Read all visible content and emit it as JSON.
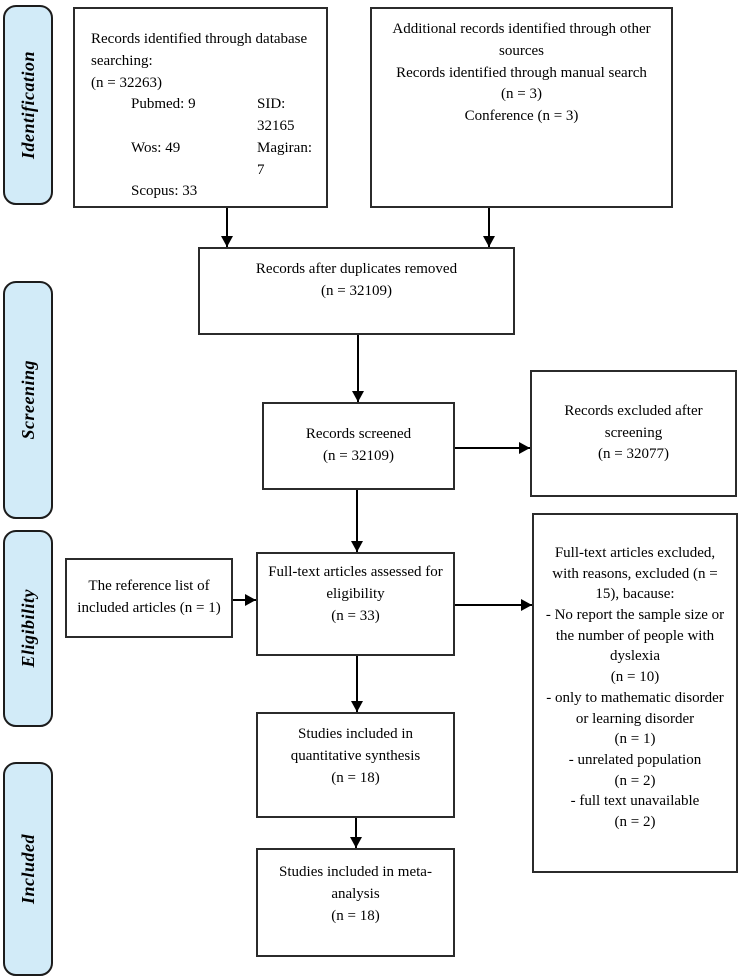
{
  "sidebar": {
    "fill_color": "#d2ebf8",
    "stages": [
      {
        "label": "Identification"
      },
      {
        "label": "Screening"
      },
      {
        "label": "Eligibility"
      },
      {
        "label": "Included"
      }
    ]
  },
  "boxes": {
    "database_search": {
      "title": "Records identified through database searching:",
      "count": "(n = 32263)",
      "sources": [
        {
          "col1": "Pubmed: 9",
          "col2": "SID: 32165"
        },
        {
          "col1": "Wos: 49",
          "col2": "Magiran: 7"
        },
        {
          "col1": "Scopus: 33",
          "col2": ""
        }
      ]
    },
    "other_sources": {
      "line1": "Additional records identified through other sources",
      "line2": "Records identified through manual search",
      "count": "(n = 3)",
      "line3": "Conference (n = 3)"
    },
    "duplicates_removed": {
      "title": "Records after duplicates removed",
      "count": "(n = 32109)"
    },
    "records_screened": {
      "title": "Records screened",
      "count": "(n = 32109)"
    },
    "records_excluded": {
      "title": "Records excluded after screening",
      "count": "(n = 32077)"
    },
    "reference_list": {
      "title": "The reference list of included articles (n = 1)"
    },
    "fulltext_assessed": {
      "title": "Full-text articles assessed for eligibility",
      "count": "(n = 33)"
    },
    "fulltext_excluded": {
      "title": "Full-text articles excluded, with reasons, excluded (n = 15), bacause:",
      "reasons": [
        {
          "text": "- No report the sample size or the number of people with dyslexia",
          "count": "(n = 10)"
        },
        {
          "text": "- only to mathematic disorder or learning disorder",
          "count": "(n = 1)"
        },
        {
          "text": "- unrelated population",
          "count": "(n = 2)"
        },
        {
          "text": "- full text unavailable",
          "count": "(n = 2)"
        }
      ]
    },
    "quantitative_synthesis": {
      "title": "Studies included in quantitative synthesis",
      "count": "(n = 18)"
    },
    "meta_analysis": {
      "title": "Studies included in meta-analysis",
      "count": "(n = 18)"
    }
  }
}
